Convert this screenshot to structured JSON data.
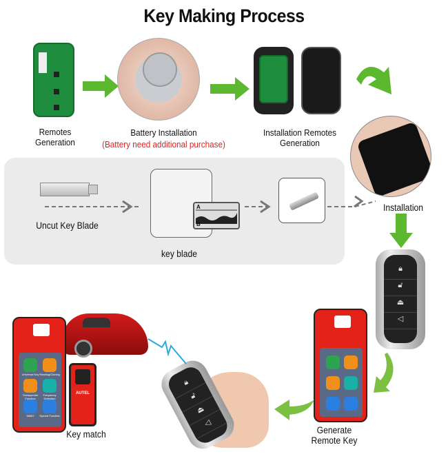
{
  "title": "Key Making Process",
  "steps": {
    "remotes_generation": "Remotes\nGeneration",
    "battery_installation": "Battery Installation",
    "battery_note": "(Battery need additional purchase)",
    "installation_remotes_generation": "Installation Remotes\nGeneration",
    "installation": "Installation",
    "uncut_key_blade": "Uncut Key  Blade",
    "key_blade": "key blade",
    "key_match": "Key match",
    "generate_remote_key": "Generate\nRemote Key"
  },
  "blade_chart": {
    "label_a": "A",
    "label_b": "B"
  },
  "tablet_apps": [
    "Universal Key",
    "Reading/Cloning",
    "Transponder Function",
    "Frequency Detection",
    "IMMO",
    "Special Function"
  ],
  "dongle_brand": "AUTEL",
  "colors": {
    "arrow_green": "#5cb82e",
    "note_red": "#e02020",
    "tablet_red": "#e32219",
    "panel_gray": "#ebebeb",
    "signal_blue": "#2aa8e0"
  },
  "icons": [
    "lock-icon",
    "unlock-icon",
    "trunk-icon",
    "horn-icon"
  ]
}
